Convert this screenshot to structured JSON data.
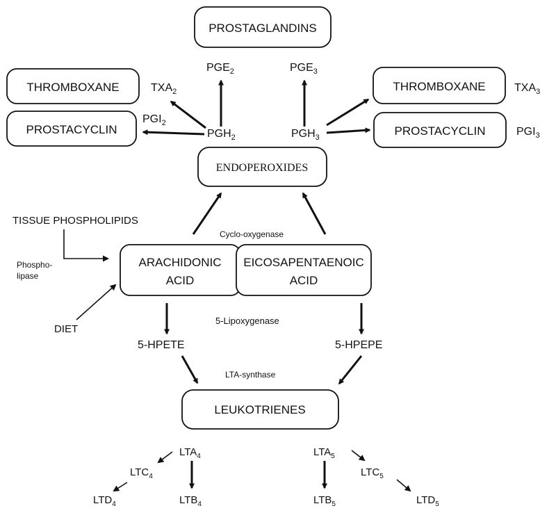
{
  "boxes": {
    "prostaglandins": "PROSTAGLANDINS",
    "thromboxane_left": "THROMBOXANE",
    "prostacyclin_left": "PROSTACYCLIN",
    "thromboxane_right": "THROMBOXANE",
    "prostacyclin_right": "PROSTACYCLIN",
    "endoperoxides": "ENDOPEROXIDES",
    "arachidonic_line1": "ARACHIDONIC",
    "arachidonic_line2": "ACID",
    "eicosapentaenoic_line1": "EICOSAPENTAENOIC",
    "eicosapentaenoic_line2": "ACID",
    "leukotrienes": "LEUKOTRIENES"
  },
  "compounds": {
    "pge2": {
      "base": "PGE",
      "sub": "2"
    },
    "pge3": {
      "base": "PGE",
      "sub": "3"
    },
    "txa2": {
      "base": "TXA",
      "sub": "2"
    },
    "txa3": {
      "base": "TXA",
      "sub": "3"
    },
    "pgi2": {
      "base": "PGI",
      "sub": "2"
    },
    "pgi3": {
      "base": "PGI",
      "sub": "3"
    },
    "pgh2": {
      "base": "PGH",
      "sub": "2"
    },
    "pgh3": {
      "base": "PGH",
      "sub": "3"
    },
    "lta4": {
      "base": "LTA",
      "sub": "4"
    },
    "ltc4": {
      "base": "LTC",
      "sub": "4"
    },
    "ltd4": {
      "base": "LTD",
      "sub": "4"
    },
    "ltb4": {
      "base": "LTB",
      "sub": "4"
    },
    "lta5": {
      "base": "LTA",
      "sub": "5"
    },
    "ltc5": {
      "base": "LTC",
      "sub": "5"
    },
    "ltd5": {
      "base": "LTD",
      "sub": "5"
    },
    "ltb5": {
      "base": "LTB",
      "sub": "5"
    }
  },
  "labels": {
    "tissue_phospholipids": "TISSUE PHOSPHOLIPIDS",
    "phospholipase_line1": "Phospho-",
    "phospholipase_line2": "lipase",
    "diet": "DIET",
    "cyclooxygenase": "Cyclo-oxygenase",
    "lipoxygenase": "5-Lipoxygenase",
    "lta_synthase": "LTA-synthase",
    "hpete": "5-HPETE",
    "hpepe": "5-HPEPE"
  }
}
